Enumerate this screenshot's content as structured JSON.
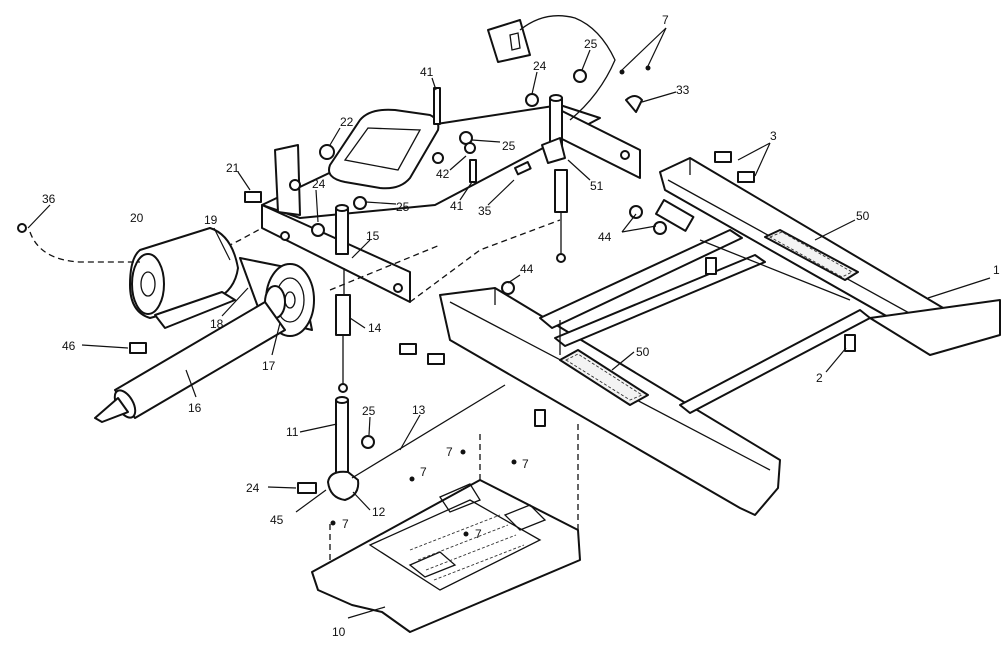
{
  "callouts": [
    {
      "id": "c1",
      "text": "1"
    },
    {
      "id": "c2",
      "text": "2"
    },
    {
      "id": "c3",
      "text": "3"
    },
    {
      "id": "c7a",
      "text": "7"
    },
    {
      "id": "c7b",
      "text": "7"
    },
    {
      "id": "c7c",
      "text": "7"
    },
    {
      "id": "c7d",
      "text": "7"
    },
    {
      "id": "c7e",
      "text": "7"
    },
    {
      "id": "c7f",
      "text": "7"
    },
    {
      "id": "c10",
      "text": "10"
    },
    {
      "id": "c11",
      "text": "11"
    },
    {
      "id": "c12",
      "text": "12"
    },
    {
      "id": "c13",
      "text": "13"
    },
    {
      "id": "c14",
      "text": "14"
    },
    {
      "id": "c15",
      "text": "15"
    },
    {
      "id": "c16",
      "text": "16"
    },
    {
      "id": "c17",
      "text": "17"
    },
    {
      "id": "c18",
      "text": "18"
    },
    {
      "id": "c19",
      "text": "19"
    },
    {
      "id": "c20",
      "text": "20"
    },
    {
      "id": "c21",
      "text": "21"
    },
    {
      "id": "c22",
      "text": "22"
    },
    {
      "id": "c24a",
      "text": "24"
    },
    {
      "id": "c24b",
      "text": "24"
    },
    {
      "id": "c24c",
      "text": "24"
    },
    {
      "id": "c25a",
      "text": "25"
    },
    {
      "id": "c25b",
      "text": "25"
    },
    {
      "id": "c25c",
      "text": "25"
    },
    {
      "id": "c25d",
      "text": "25"
    },
    {
      "id": "c33",
      "text": "33"
    },
    {
      "id": "c35",
      "text": "35"
    },
    {
      "id": "c36",
      "text": "36"
    },
    {
      "id": "c41a",
      "text": "41"
    },
    {
      "id": "c41b",
      "text": "41"
    },
    {
      "id": "c42",
      "text": "42"
    },
    {
      "id": "c44a",
      "text": "44"
    },
    {
      "id": "c44b",
      "text": "44"
    },
    {
      "id": "c45",
      "text": "45"
    },
    {
      "id": "c46",
      "text": "46"
    },
    {
      "id": "c50a",
      "text": "50"
    },
    {
      "id": "c50b",
      "text": "50"
    },
    {
      "id": "c51",
      "text": "51"
    }
  ]
}
